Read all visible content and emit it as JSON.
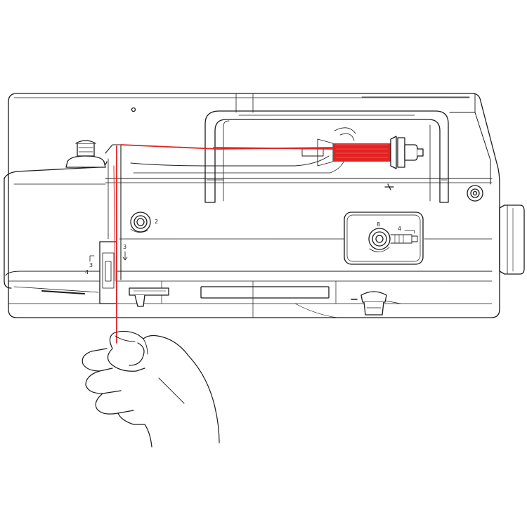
{
  "figure": {
    "colors": {
      "line": "#1a1a1a",
      "thread": "#e32222",
      "spool": "#e32222",
      "background": "#ffffff"
    },
    "markings": {
      "bobbin_step": "8",
      "bobbin_arrow_step": "4",
      "guide_step_left": "3",
      "guide_step_left_bottom": "4",
      "guide_step_right": "3",
      "dial_small_mark": "2"
    }
  }
}
